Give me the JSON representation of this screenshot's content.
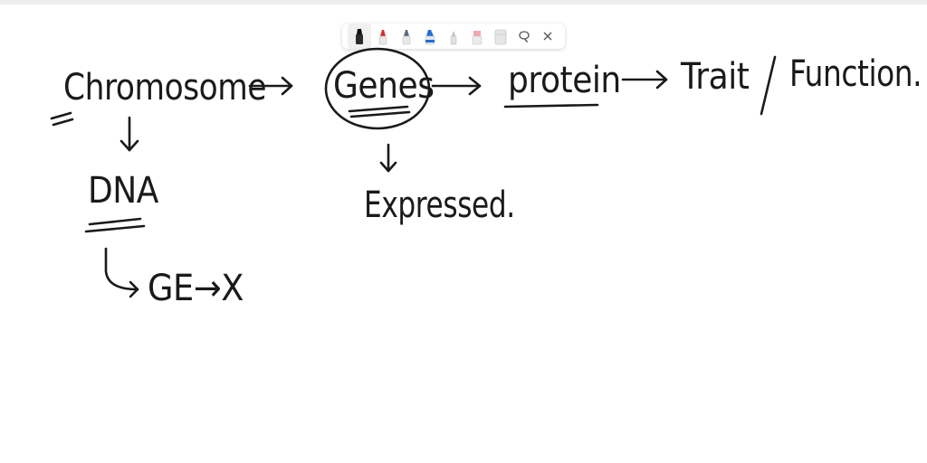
{
  "toolbar": {
    "tools": [
      {
        "name": "black-marker-icon",
        "color": "#111111"
      },
      {
        "name": "red-marker-icon",
        "color": "#d32f2f"
      },
      {
        "name": "slate-marker-icon",
        "color": "#5b6b80"
      },
      {
        "name": "blue-marker-icon",
        "color": "#1e6fd9"
      },
      {
        "name": "pencil-icon",
        "color": "#c9c9c9"
      },
      {
        "name": "pink-highlighter-icon",
        "color": "#f2a7b0"
      },
      {
        "name": "eraser-icon",
        "color": "#d9d9d9"
      },
      {
        "name": "lasso-icon",
        "color": "#555555"
      },
      {
        "name": "close-icon",
        "color": "#555555"
      }
    ]
  },
  "notes": {
    "chromosome": "Chromosome",
    "genes": "Genes",
    "protein": "protein",
    "trait": "Trait",
    "function": "Function.",
    "dna": "DNA",
    "expressed": "Expressed.",
    "ge_x": "GE→X"
  }
}
